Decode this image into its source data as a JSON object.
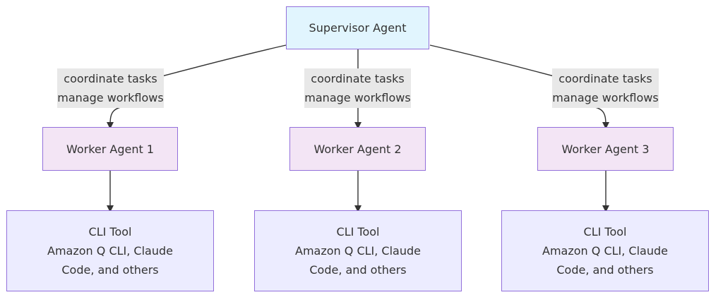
{
  "supervisor": {
    "label": "Supervisor Agent"
  },
  "edge_labels": [
    {
      "line1": "coordinate tasks",
      "line2": "manage workflows"
    },
    {
      "line1": "coordinate tasks",
      "line2": "manage workflows"
    },
    {
      "line1": "coordinate tasks",
      "line2": "manage workflows"
    }
  ],
  "workers": [
    {
      "label": "Worker Agent 1"
    },
    {
      "label": "Worker Agent 2"
    },
    {
      "label": "Worker Agent 3"
    }
  ],
  "tools": [
    {
      "line1": "CLI Tool",
      "line2": "Amazon Q CLI, Claude",
      "line3": "Code, and others"
    },
    {
      "line1": "CLI Tool",
      "line2": "Amazon Q CLI, Claude",
      "line3": "Code, and others"
    },
    {
      "line1": "CLI Tool",
      "line2": "Amazon Q CLI, Claude",
      "line3": "Code, and others"
    }
  ],
  "colors": {
    "supervisor_fill": "#e1f5fe",
    "worker_fill": "#f3e5f5",
    "tool_fill": "#ececff",
    "node_border": "#9370db",
    "edge_label_bg": "#e8e8e8",
    "edge_stroke": "#333333"
  }
}
